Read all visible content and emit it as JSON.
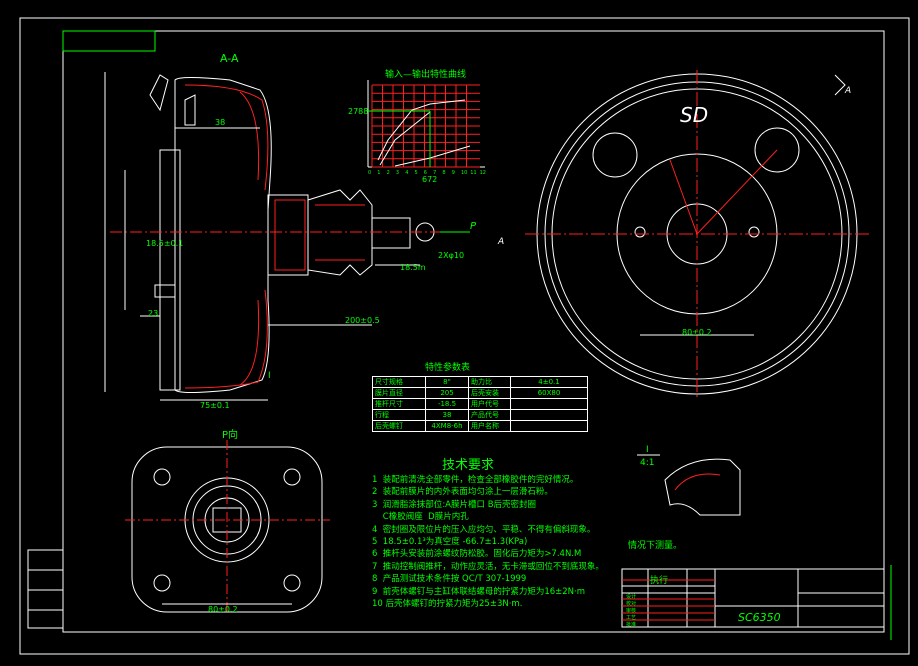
{
  "drawing": {
    "section_label": "A-A",
    "view_label": "P向",
    "view_label_a": "A",
    "arrow_p": "P",
    "disk_label": "SD",
    "detail_label": "I",
    "detail_scale": "4:1",
    "detail_note": "情况下测量。",
    "dims": {
      "d_80_right": "80±0.2",
      "d_80_bottom": "80±0.2",
      "d_75": "75±0.1",
      "d_200": "200±0.5",
      "d_185": "18.5±0.1",
      "d_23": "23",
      "d_38": "38",
      "d_185b": "18.5m",
      "d_hole": "2Xφ10"
    }
  },
  "chart": {
    "title": "输入—输出特性曲线",
    "y_mark": "2788",
    "x_mark": "672",
    "x_ticks": [
      "0",
      "1",
      "2",
      "3",
      "4",
      "5",
      "6",
      "7",
      "8",
      "9",
      "10",
      "11",
      "12"
    ]
  },
  "param_table": {
    "title": "特性参数表",
    "rows": [
      [
        "尺寸规格",
        "8\"",
        "助力比",
        "4±0.1"
      ],
      [
        "膜片直径",
        "205",
        "后壳安装",
        "60X80"
      ],
      [
        "推杆尺寸",
        "-18.5",
        "用户代号",
        ""
      ],
      [
        "行程",
        "38",
        "产品代号",
        ""
      ],
      [
        "后壳螺钉",
        "4XM8-6h",
        "用户名称",
        ""
      ]
    ]
  },
  "tech_requirements": {
    "title": "技术要求",
    "items": [
      "1  装配前清洗全部零件，检查全部橡胶件的完好情况。",
      "2  装配前膜片的内外表面均匀涂上一层滑石粉。",
      "3  润滑脂涂抹部位:A膜片槽口 B后壳密封圈",
      "    C橡胶阀座  D膜片内孔",
      "4  密封圈及限位片的压入应均匀、平稳、不得有偏斜现象。",
      "5  18.5±0.1³为真空度 -66.7±1.3(KPa)",
      "6  推杆头安装前涂螺纹防松胶。固化后力矩为>7.4N.M",
      "7  推动控制阀推杆，动作应灵活，无卡滞或回位不到底现象。",
      "8  产品测试技术条件按 QC/T 307-1999",
      "9  前壳体螺钉与主缸体联结螺母的拧紧力矩为16±2N·m",
      "10 后壳体螺钉的拧紧力矩为25±3N·m."
    ]
  },
  "title_block": {
    "drawing_no": "SC6350",
    "exec_label": "执行",
    "left_labels": [
      "设计",
      "校对",
      "审核",
      "工艺",
      "批准"
    ]
  },
  "colors": {
    "text": "#00ff00",
    "outline": "#ffffff",
    "section": "#ff2020",
    "background": "#000000"
  }
}
